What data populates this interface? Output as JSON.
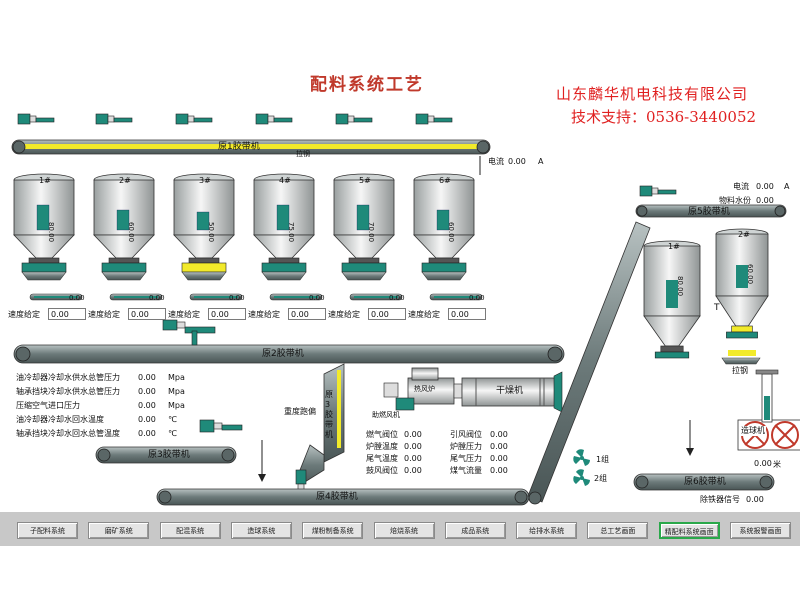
{
  "header": {
    "title": "配料系统工艺",
    "company": "山东麟华机电科技有限公司",
    "support": "技术支持：0536-3440052"
  },
  "conveyors": {
    "belt1": "原1胶带机",
    "belt1_sub": "拉钢",
    "belt2": "原2胶带机",
    "belt3": "原3胶带机",
    "belt3v": "原3胶带机",
    "belt4": "原4胶带机",
    "belt5": "原5胶带机",
    "belt6": "原6胶带机"
  },
  "hoppers": [
    {
      "label": "1#",
      "value": "80.00",
      "level": 0.55
    },
    {
      "label": "2#",
      "value": "60.00",
      "level": 0.45
    },
    {
      "label": "3#",
      "value": "50.00",
      "level": 0.4
    },
    {
      "label": "4#",
      "value": "75.00",
      "level": 0.55
    },
    {
      "label": "5#",
      "value": "70.00",
      "level": 0.55
    },
    {
      "label": "6#",
      "value": "60.00",
      "level": 0.45
    }
  ],
  "right_hoppers": [
    {
      "label": "1#",
      "value": "80.00",
      "level": 0.55
    },
    {
      "label": "2#",
      "value": "60.00",
      "level": 0.45
    }
  ],
  "speed_setting": {
    "label": "速度给定",
    "value": "0.00"
  },
  "current": {
    "label": "电流",
    "value": "0.00",
    "unit": "A"
  },
  "right_info": {
    "current_label": "电流",
    "current_value": "0.00",
    "current_unit": "A",
    "moisture_label": "物料水份",
    "moisture_value": "0.00",
    "t_label": "T",
    "pull_label": "拉钢",
    "meter_value": "0.00",
    "meter_unit": "米",
    "detector_label": "除铁器信号",
    "detector_value": "0.00",
    "ring_label": "造球机"
  },
  "pressure_params": [
    {
      "label": "油冷却器冷却水供水总管压力",
      "value": "0.00",
      "unit": "Mpa"
    },
    {
      "label": "轴承挡块冷却水供水总管压力",
      "value": "0.00",
      "unit": "Mpa"
    },
    {
      "label": "压缩空气进口压力",
      "value": "0.00",
      "unit": "Mpa"
    },
    {
      "label": "油冷却器冷却水回水温度",
      "value": "0.00",
      "unit": "℃"
    },
    {
      "label": "轴承挡块冷却水回水总管温度",
      "value": "0.00",
      "unit": "℃"
    }
  ],
  "heavy_ore": "重度跑偏",
  "hot_air_furnace": "热风炉",
  "burner_fan": "助燃风机",
  "dryer": "干燥机",
  "furnace_params_left": [
    {
      "label": "燃气阀位",
      "value": "0.00"
    },
    {
      "label": "炉膛温度",
      "value": "0.00"
    },
    {
      "label": "尾气温度",
      "value": "0.00"
    },
    {
      "label": "鼓风阀位",
      "value": "0.00"
    }
  ],
  "furnace_params_right": [
    {
      "label": "引风阀位",
      "value": "0.00"
    },
    {
      "label": "炉膛压力",
      "value": "0.00"
    },
    {
      "label": "尾气压力",
      "value": "0.00"
    },
    {
      "label": "煤气流量",
      "value": "0.00"
    }
  ],
  "fans": {
    "group1": "1组",
    "group2": "2组"
  },
  "nav": [
    "子配料系统",
    "磨矿系统",
    "配混系统",
    "造球系统",
    "煤粉制备系统",
    "焙烧系统",
    "成品系统",
    "给排水系统",
    "总工艺画面",
    "精配料系统画面",
    "系统报警画面"
  ],
  "nav_active_index": 9,
  "colors": {
    "teal": "#1f8a7a",
    "belt": "#7f8f8f",
    "yellow": "#f2ea2a",
    "title": "#c0392b",
    "company": "#e02020"
  }
}
